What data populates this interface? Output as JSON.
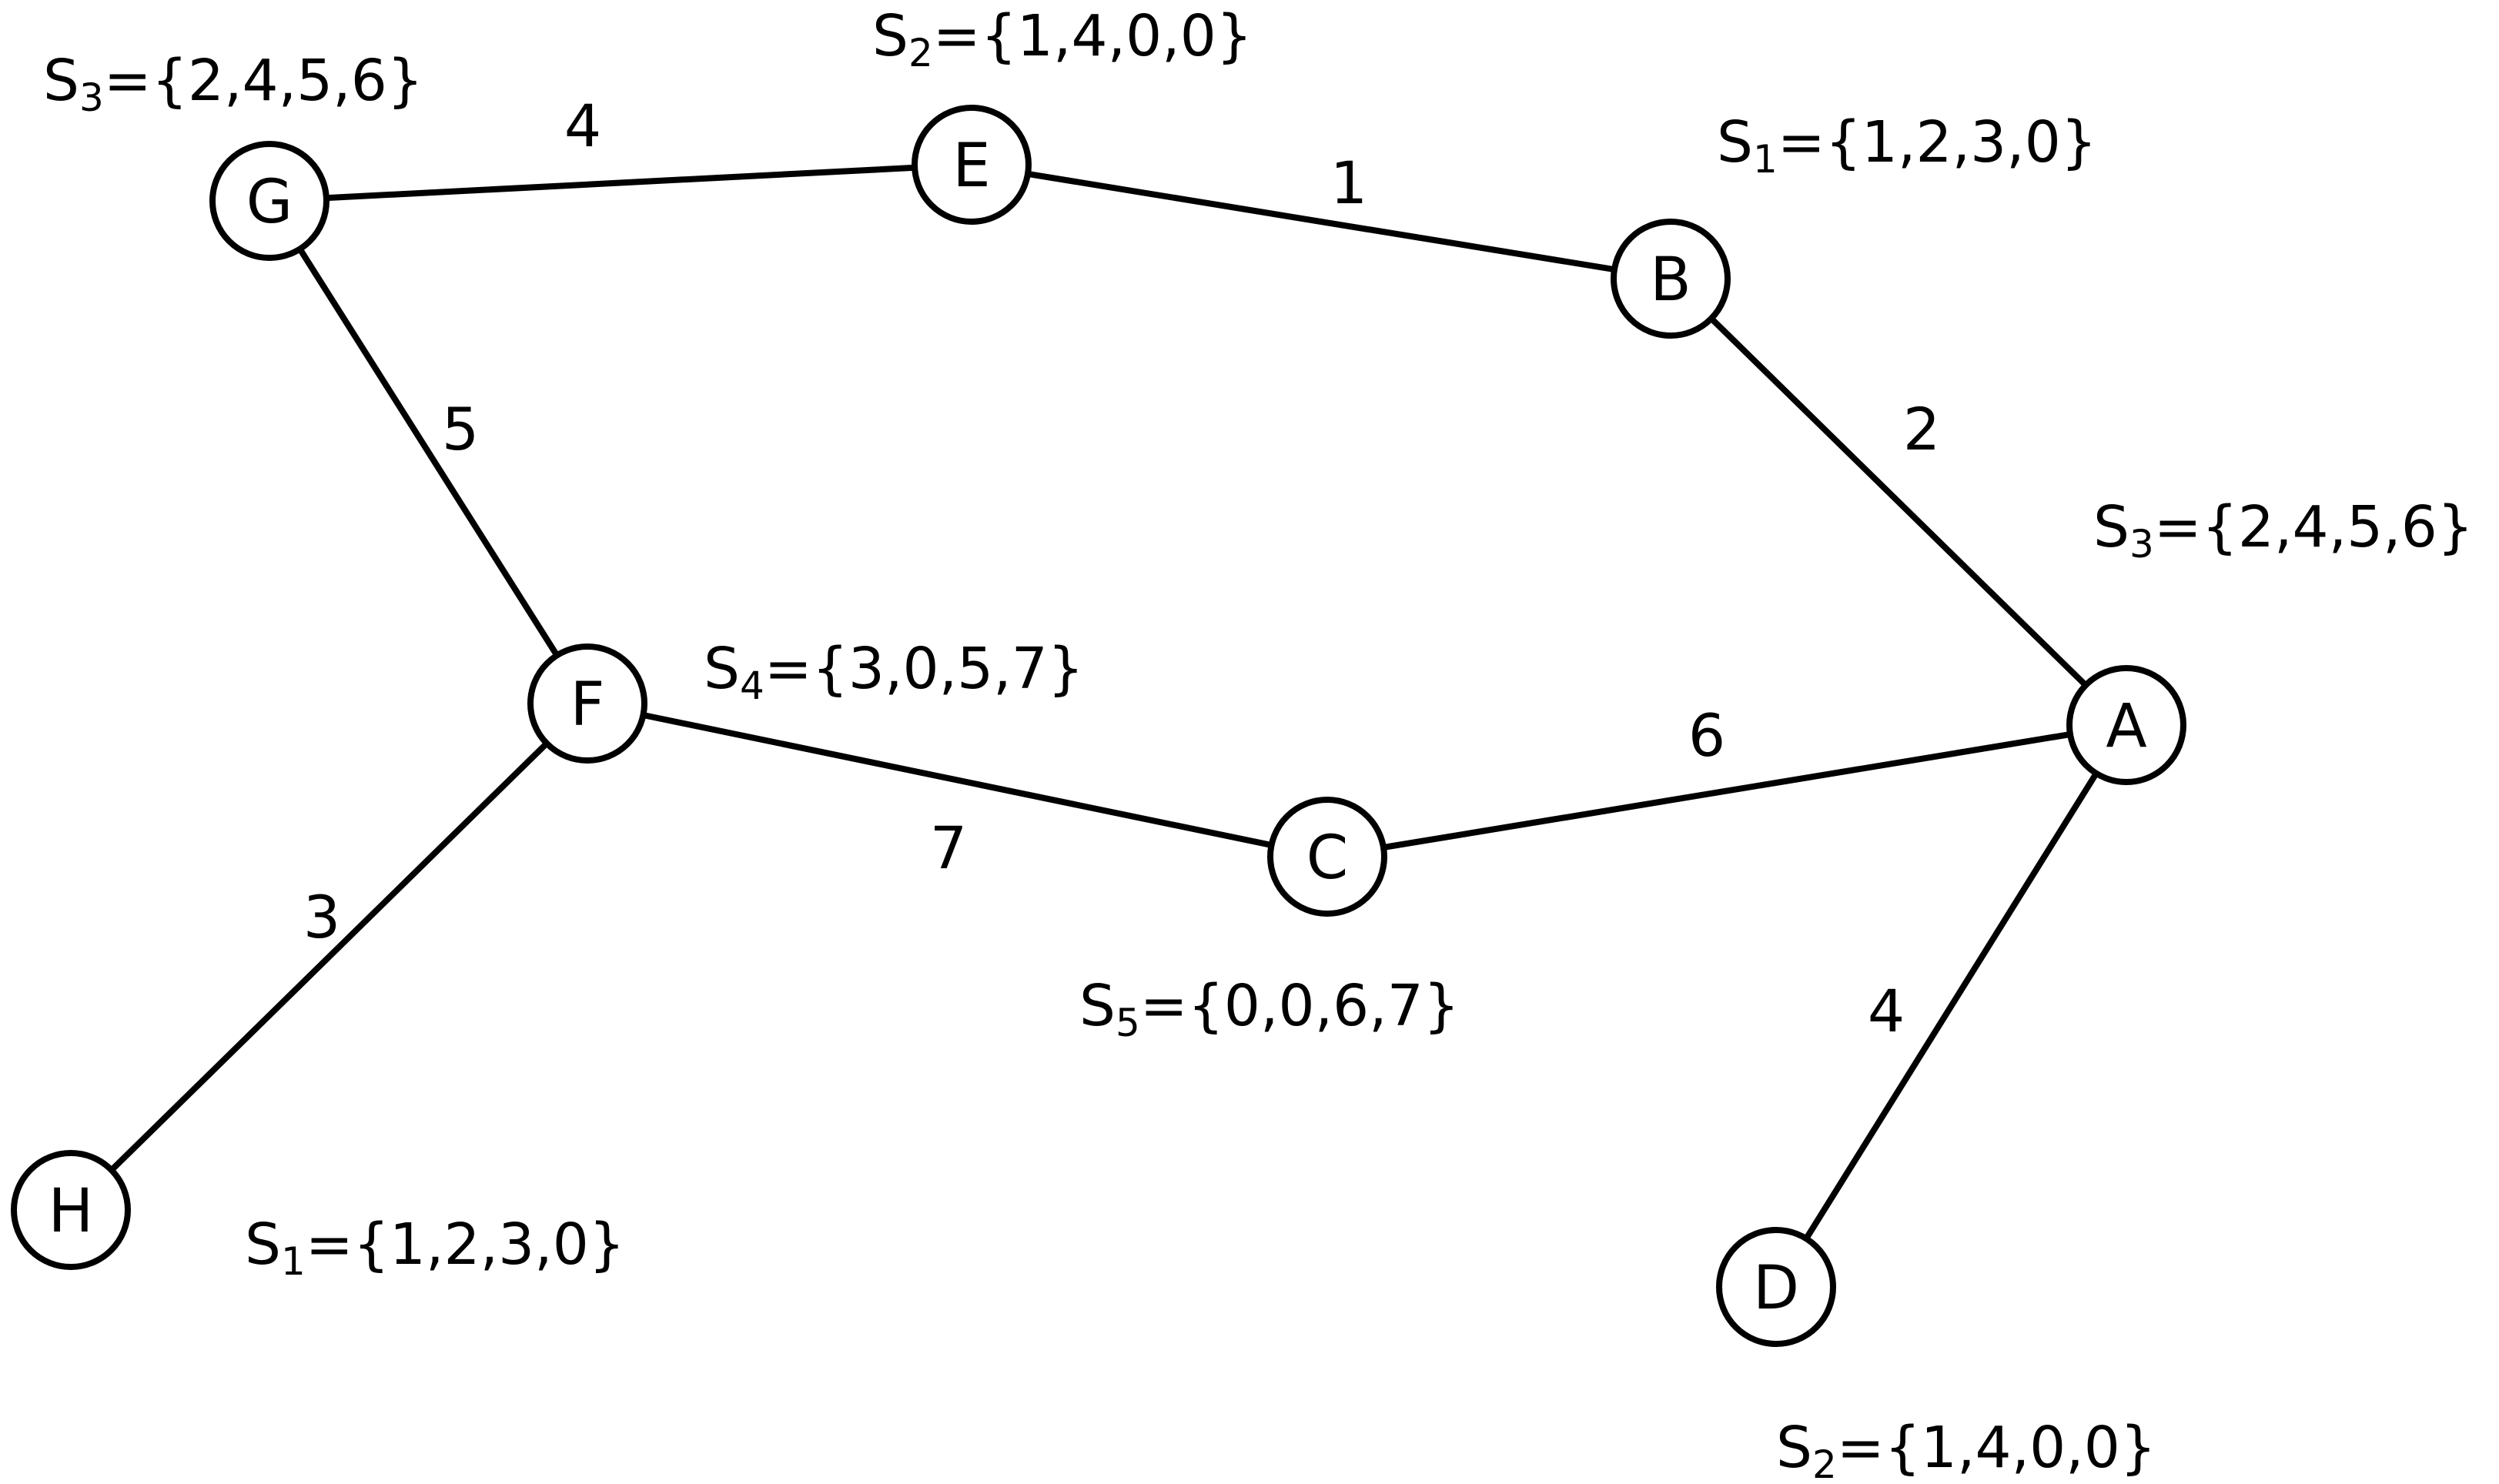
{
  "diagram": {
    "nodes": [
      {
        "id": "A",
        "label": "A"
      },
      {
        "id": "B",
        "label": "B"
      },
      {
        "id": "C",
        "label": "C"
      },
      {
        "id": "D",
        "label": "D"
      },
      {
        "id": "E",
        "label": "E"
      },
      {
        "id": "F",
        "label": "F"
      },
      {
        "id": "G",
        "label": "G"
      },
      {
        "id": "H",
        "label": "H"
      }
    ],
    "edges": [
      {
        "from": "G",
        "to": "E",
        "weight": "4"
      },
      {
        "from": "E",
        "to": "B",
        "weight": "1"
      },
      {
        "from": "B",
        "to": "A",
        "weight": "2"
      },
      {
        "from": "G",
        "to": "F",
        "weight": "5"
      },
      {
        "from": "F",
        "to": "C",
        "weight": "7"
      },
      {
        "from": "C",
        "to": "A",
        "weight": "6"
      },
      {
        "from": "F",
        "to": "H",
        "weight": "3"
      },
      {
        "from": "A",
        "to": "D",
        "weight": "4"
      }
    ],
    "sets": [
      {
        "node": "G",
        "base": "S",
        "sub": "3",
        "rest": "={2,4,5,6}"
      },
      {
        "node": "E",
        "base": "S",
        "sub": "2",
        "rest": "={1,4,0,0}"
      },
      {
        "node": "B",
        "base": "S",
        "sub": "1",
        "rest": "={1,2,3,0}"
      },
      {
        "node": "A",
        "base": "S",
        "sub": "3",
        "rest": "={2,4,5,6}"
      },
      {
        "node": "F",
        "base": "S",
        "sub": "4",
        "rest": "={3,0,5,7}"
      },
      {
        "node": "C",
        "base": "S",
        "sub": "5",
        "rest": "={0,0,6,7}"
      },
      {
        "node": "H",
        "base": "S",
        "sub": "1",
        "rest": "={1,2,3,0}"
      },
      {
        "node": "D",
        "base": "S",
        "sub": "2",
        "rest": "={1,4,0,0}"
      }
    ]
  }
}
